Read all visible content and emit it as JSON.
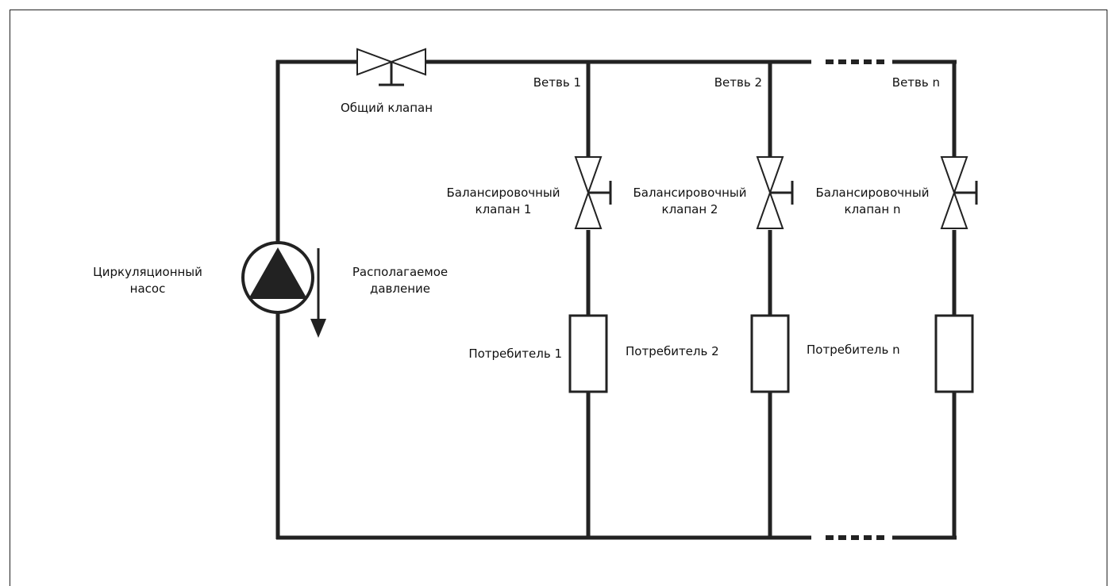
{
  "labels": {
    "main_valve": "Общий клапан",
    "pump": [
      "Циркуляционный",
      "насос"
    ],
    "pressure": [
      "Располагаемое",
      "давление"
    ],
    "branches": [
      {
        "branch": "Ветвь 1",
        "valve": [
          "Балансировочный",
          "клапан 1"
        ],
        "consumer": "Потребитель 1"
      },
      {
        "branch": "Ветвь 2",
        "valve": [
          "Балансировочный",
          "клапан 2"
        ],
        "consumer": "Потребитель 2"
      },
      {
        "branch": "Ветвь n",
        "valve": [
          "Балансировочный",
          "клапан n"
        ],
        "consumer": "Потребитель n"
      }
    ]
  },
  "colors": {
    "pipe": "#222222",
    "background": "#ffffff"
  }
}
